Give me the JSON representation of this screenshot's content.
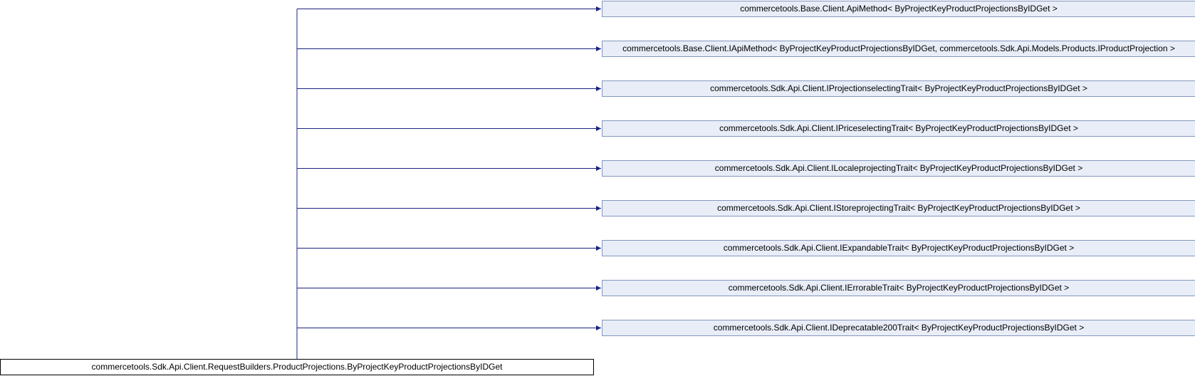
{
  "diagram": {
    "kind": "inheritance-graph",
    "edge_color": "#1a237e",
    "base_fill": "#e8edf7",
    "base_border": "#8497be",
    "derived_border": "#000000",
    "derived_class": "commercetools.Sdk.Api.Client.RequestBuilders.ProductProjections.ByProjectKeyProductProjectionsByIDGet",
    "base_classes": [
      "commercetools.Base.Client.ApiMethod< ByProjectKeyProductProjectionsByIDGet >",
      "commercetools.Base.Client.IApiMethod< ByProjectKeyProductProjectionsByIDGet, commercetools.Sdk.Api.Models.Products.IProductProjection >",
      "commercetools.Sdk.Api.Client.IProjectionselectingTrait< ByProjectKeyProductProjectionsByIDGet >",
      "commercetools.Sdk.Api.Client.IPriceselectingTrait< ByProjectKeyProductProjectionsByIDGet >",
      "commercetools.Sdk.Api.Client.ILocaleprojectingTrait< ByProjectKeyProductProjectionsByIDGet >",
      "commercetools.Sdk.Api.Client.IStoreprojectingTrait< ByProjectKeyProductProjectionsByIDGet >",
      "commercetools.Sdk.Api.Client.IExpandableTrait< ByProjectKeyProductProjectionsByIDGet >",
      "commercetools.Sdk.Api.Client.IErrorableTrait< ByProjectKeyProductProjectionsByIDGet >",
      "commercetools.Sdk.Api.Client.IDeprecatable200Trait< ByProjectKeyProductProjectionsByIDGet >"
    ]
  }
}
